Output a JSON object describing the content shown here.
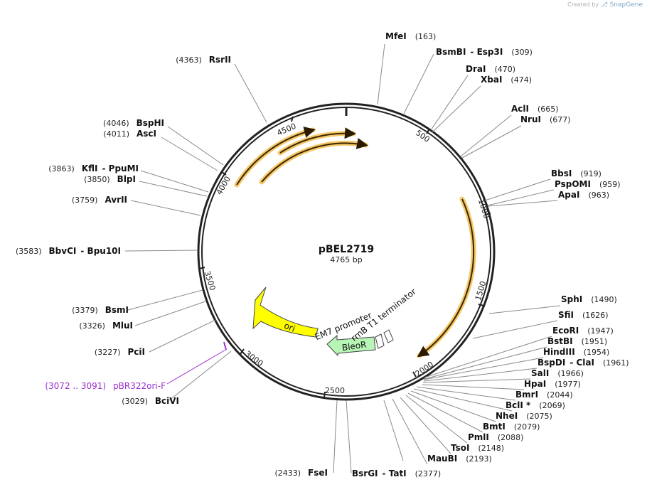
{
  "credit": {
    "created_by": "Created by",
    "brand": "SnapGene"
  },
  "plasmid": {
    "name": "pBEL2719",
    "size_label": "4765 bp",
    "length": 4765
  },
  "ticks": [
    "500",
    "1000",
    "1500",
    "2000",
    "2500",
    "3000",
    "3500",
    "4000",
    "4500"
  ],
  "enzymes_right": [
    {
      "name": "MfeI",
      "pos": "(163)"
    },
    {
      "name": "BsmBI",
      "alt": "Esp3I",
      "pos": "(309)"
    },
    {
      "name": "DraI",
      "pos": "(470)"
    },
    {
      "name": "XbaI",
      "pos": "(474)"
    },
    {
      "name": "AclI",
      "pos": "(665)"
    },
    {
      "name": "NruI",
      "pos": "(677)"
    },
    {
      "name": "BbsI",
      "pos": "(919)"
    },
    {
      "name": "PspOMI",
      "pos": "(959)"
    },
    {
      "name": "ApaI",
      "pos": "(963)"
    },
    {
      "name": "SphI",
      "pos": "(1490)"
    },
    {
      "name": "SfiI",
      "pos": "(1626)"
    },
    {
      "name": "EcoRI",
      "pos": "(1947)"
    },
    {
      "name": "BstBI",
      "pos": "(1951)"
    },
    {
      "name": "HindIII",
      "pos": "(1954)"
    },
    {
      "name": "BspDI",
      "alt": "ClaI",
      "pos": "(1961)"
    },
    {
      "name": "SalI",
      "pos": "(1966)"
    },
    {
      "name": "HpaI",
      "pos": "(1977)"
    },
    {
      "name": "BmrI",
      "pos": "(2044)"
    },
    {
      "name": "BclI *",
      "pos": "(2069)"
    },
    {
      "name": "NheI",
      "pos": "(2075)"
    },
    {
      "name": "BmtI",
      "pos": "(2079)"
    },
    {
      "name": "PmlI",
      "pos": "(2088)"
    },
    {
      "name": "TsoI",
      "pos": "(2148)"
    },
    {
      "name": "MauBI",
      "pos": "(2193)"
    },
    {
      "name": "BsrGI",
      "alt": "TatI",
      "pos": "(2377)"
    }
  ],
  "enzymes_left": [
    {
      "name": "RsrII",
      "pos": "(4363)"
    },
    {
      "name": "BspHI",
      "pos": "(4046)"
    },
    {
      "name": "AscI",
      "pos": "(4011)"
    },
    {
      "name": "KflI",
      "alt": "PpuMI",
      "pos": "(3863)"
    },
    {
      "name": "BlpI",
      "pos": "(3850)"
    },
    {
      "name": "AvrII",
      "pos": "(3759)"
    },
    {
      "name": "BbvCI",
      "alt": "Bpu10I",
      "pos": "(3583)"
    },
    {
      "name": "BsmI",
      "pos": "(3379)"
    },
    {
      "name": "MluI",
      "pos": "(3326)"
    },
    {
      "name": "PciI",
      "pos": "(3227)"
    },
    {
      "name": "BciVI",
      "pos": "(3029)"
    },
    {
      "name": "FseI",
      "pos": "(2433)"
    }
  ],
  "primer": {
    "range": "(3072 .. 3091)",
    "name": "pBR322ori-F",
    "color": "#9b30d0"
  },
  "features": {
    "ori": "ori",
    "bleor": "BleoR",
    "em7": "EM7 promoter",
    "rrnb": "rrnB T1 terminator"
  },
  "colors": {
    "ori": "#ffff00",
    "bleor": "#b6f5b6",
    "orf_outline": "#f0c060",
    "arrow": "#2a1a00",
    "leader": "#8a8a8a"
  }
}
